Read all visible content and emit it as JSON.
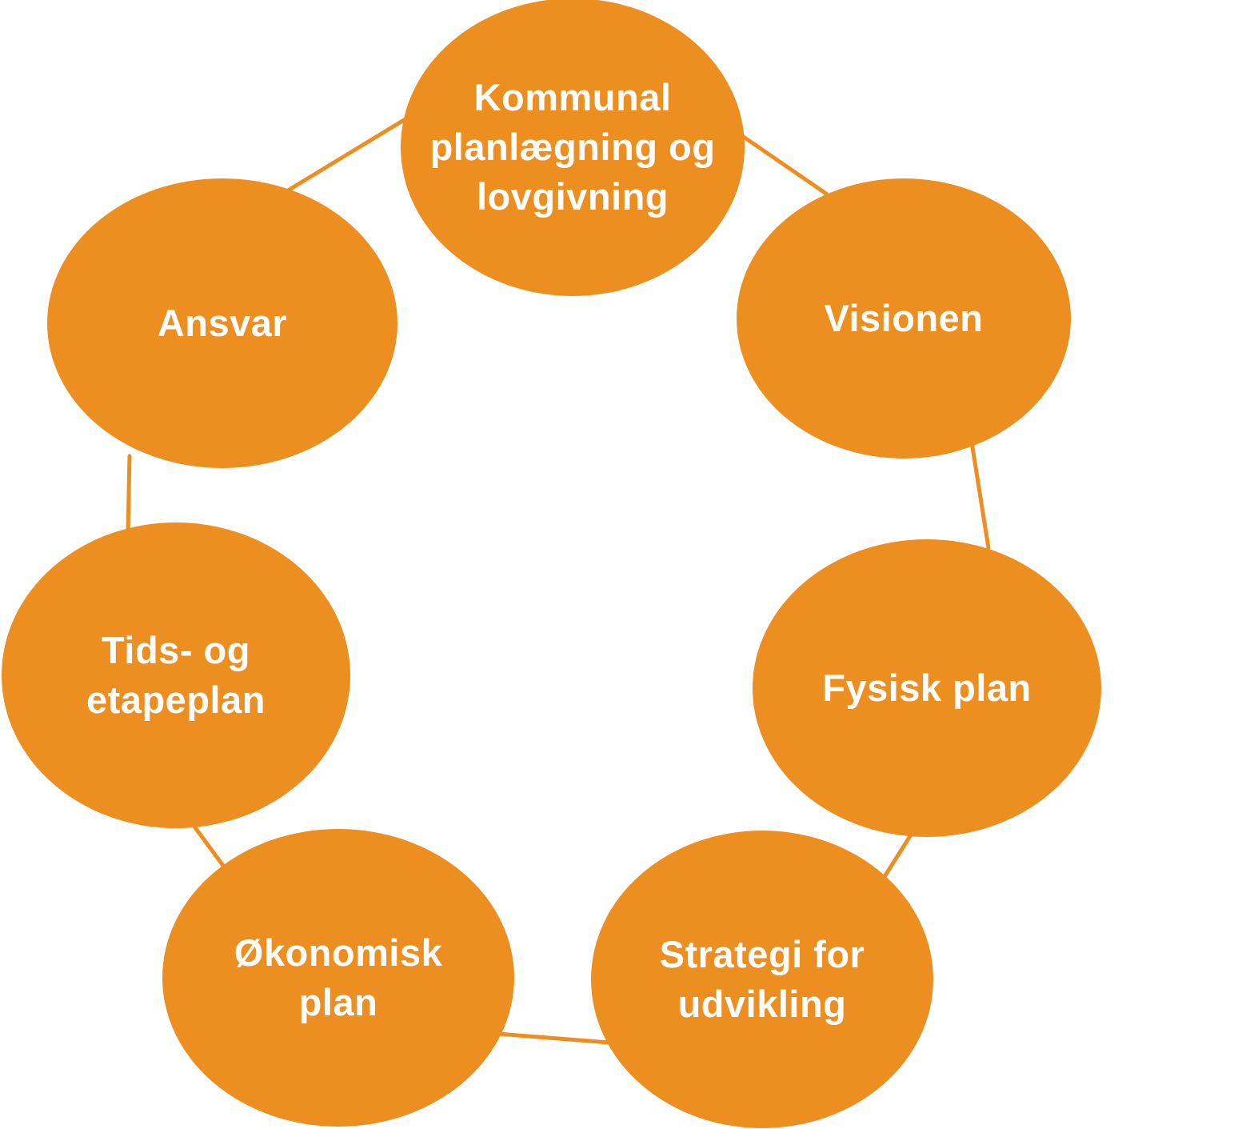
{
  "diagram": {
    "type": "cycle",
    "background_color": "#FFFFFF",
    "accent_color": "#ED8E21",
    "text_color": "#FFFFFF",
    "nodes": [
      {
        "id": "kommunal",
        "label": "Kommunal\nplanlægning og\nlovgivning"
      },
      {
        "id": "visionen",
        "label": "Visionen"
      },
      {
        "id": "fysisk-plan",
        "label": "Fysisk plan"
      },
      {
        "id": "strategi-for-udvikling",
        "label": "Strategi for\nudvikling"
      },
      {
        "id": "okonomisk-plan",
        "label": "Økonomisk\nplan"
      },
      {
        "id": "tids-og-etapeplan",
        "label": "Tids- og\netapeplan"
      },
      {
        "id": "ansvar",
        "label": "Ansvar"
      }
    ]
  }
}
